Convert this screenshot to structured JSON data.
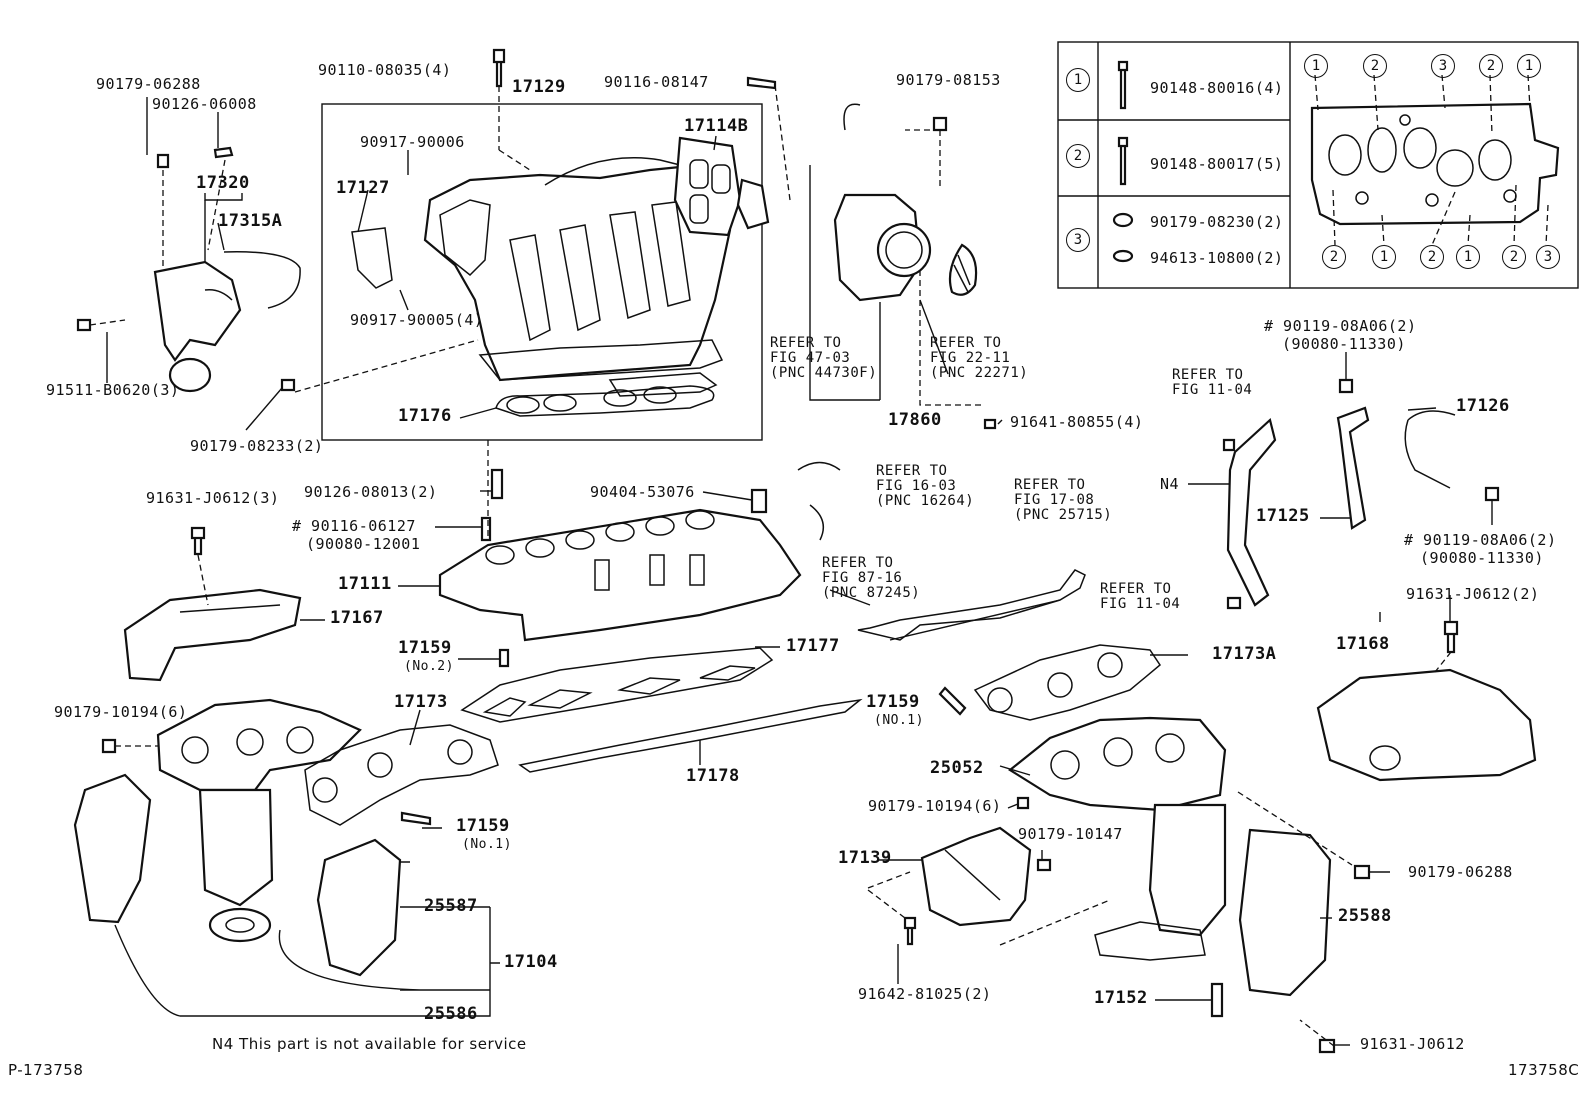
{
  "labels": {
    "p1": "90110-08035(4)",
    "p2": "17129",
    "p3": "90116-08147",
    "p4": "90179-08153",
    "p5": "90179-06288",
    "p6": "90126-06008",
    "p7": "17320",
    "p8": "17315A",
    "p9": "90917-90006",
    "p10": "17114B",
    "p11": "17127",
    "p12": "90917-90005(4)",
    "p13": "91511-B0620(3)",
    "p14": "90179-08233(2)",
    "p15": "17176",
    "p16": "17860",
    "p17": "91641-80855(4)",
    "p18": "91631-J0612(3)",
    "p19": "90126-08013(2)",
    "p20": "90404-53076",
    "p21": "# 90116-06127",
    "p22": "(90080-12001",
    "p23": "17111",
    "p24": "17167",
    "p25": "17159",
    "p26": "(No.2)",
    "p27": "17177",
    "p28": "90179-10194(6)",
    "p29": "17173",
    "p30": "17178",
    "p31": "17159",
    "p32": "(No.1)",
    "p33": "25587",
    "p34": "17104",
    "p35": "25586",
    "p36": "N4",
    "p37": "17125",
    "p38": "17126",
    "p39": "# 90119-08A06(2)",
    "p40": "(90080-11330)",
    "p41": "# 90119-08A06(2)",
    "p42": "(90080-11330)",
    "p43": "91631-J0612(2)",
    "p44": "17168",
    "p45": "17173A",
    "p46": "17159",
    "p47": "(NO.1)",
    "p48": "25052",
    "p49": "90179-10194(6)",
    "p50": "90179-10147",
    "p51": "17139",
    "p52": "90179-06288",
    "p53": "25588",
    "p54": "91642-81025(2)",
    "p55": "17152",
    "p56": "91631-J0612"
  },
  "refs": {
    "r1": [
      "REFER TO",
      "FIG 47-03",
      "(PNC 44730F)"
    ],
    "r2": [
      "REFER TO",
      "FIG 22-11",
      "(PNC 22271)"
    ],
    "r3": [
      "REFER TO",
      "FIG 16-03",
      "(PNC 16264)"
    ],
    "r4": [
      "REFER TO",
      "FIG 17-08",
      "(PNC 25715)"
    ],
    "r5": [
      "REFER TO",
      "FIG 87-16",
      "(PNC 87245)"
    ],
    "r6": [
      "REFER TO",
      "FIG 11-04"
    ],
    "r7": [
      "REFER TO",
      "FIG 11-04"
    ]
  },
  "legend": {
    "rows": [
      {
        "num": "1",
        "part": "90148-80016(4)"
      },
      {
        "num": "2",
        "part": "90148-80017(5)"
      },
      {
        "num": "3",
        "part": "90179-08230(2)",
        "part2": "94613-10800(2)"
      }
    ],
    "top_marks": [
      "1",
      "2",
      "3",
      "2",
      "1"
    ],
    "bottom_marks": [
      "2",
      "1",
      "2",
      "1",
      "2",
      "3"
    ]
  },
  "footer": {
    "note": "N4  This part is not available for service",
    "left_code": "P-173758",
    "right_code": "173758C"
  }
}
